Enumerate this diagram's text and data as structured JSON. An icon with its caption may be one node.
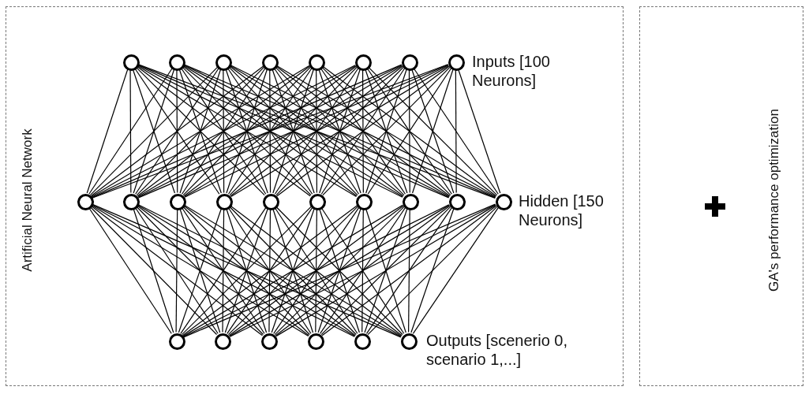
{
  "diagram": {
    "nodes": [
      {
        "text": [
          "Artificial Neural Network"
        ]
      },
      {
        "text": [],
        "shape": "circle",
        "in": 0
      },
      {
        "text": [],
        "shape": "circle",
        "in": 0
      },
      {
        "text": [],
        "shape": "circle",
        "in": 0
      },
      {
        "text": [],
        "shape": "circle",
        "in": 0
      },
      {
        "text": [],
        "shape": "circle",
        "in": 0
      },
      {
        "text": [],
        "shape": "circle",
        "in": 0
      },
      {
        "text": [],
        "shape": "circle",
        "in": 0
      },
      {
        "text": [],
        "shape": "circle",
        "in": 0
      },
      {
        "text": [],
        "shape": "circle",
        "in": 0
      },
      {
        "text": [],
        "shape": "circle",
        "in": 0
      },
      {
        "text": [],
        "shape": "circle",
        "in": 0
      },
      {
        "text": [],
        "shape": "circle",
        "in": 0
      },
      {
        "text": [],
        "shape": "circle",
        "in": 0
      },
      {
        "text": [],
        "shape": "circle",
        "in": 0
      },
      {
        "text": [],
        "shape": "circle",
        "in": 0
      },
      {
        "text": [],
        "shape": "circle",
        "in": 0
      },
      {
        "text": [],
        "shape": "circle",
        "in": 0
      },
      {
        "text": [],
        "shape": "circle",
        "in": 0
      },
      {
        "text": [],
        "shape": "circle",
        "in": 0
      },
      {
        "text": [],
        "shape": "circle",
        "in": 0
      },
      {
        "text": [],
        "shape": "circle",
        "in": 0
      },
      {
        "text": [],
        "shape": "circle",
        "in": 0
      },
      {
        "text": [],
        "shape": "circle",
        "in": 0
      },
      {
        "text": [],
        "shape": "circle",
        "in": 0
      },
      {
        "text": [
          "GA's performance optimization"
        ]
      }
    ],
    "edges": [
      {
        "from": 1,
        "to": 9,
        "arrow": "none"
      },
      {
        "from": 1,
        "to": 10,
        "arrow": "none"
      },
      {
        "from": 1,
        "to": 11,
        "arrow": "none"
      },
      {
        "from": 1,
        "to": 12,
        "arrow": "none"
      },
      {
        "from": 1,
        "to": 13,
        "arrow": "none"
      },
      {
        "from": 1,
        "to": 14,
        "arrow": "none"
      },
      {
        "from": 1,
        "to": 15,
        "arrow": "none"
      },
      {
        "from": 1,
        "to": 16,
        "arrow": "none"
      },
      {
        "from": 1,
        "to": 17,
        "arrow": "none"
      },
      {
        "from": 1,
        "to": 18,
        "arrow": "none"
      },
      {
        "from": 2,
        "to": 9,
        "arrow": "none"
      },
      {
        "from": 2,
        "to": 10,
        "arrow": "none"
      },
      {
        "from": 2,
        "to": 11,
        "arrow": "none"
      },
      {
        "from": 2,
        "to": 12,
        "arrow": "none"
      },
      {
        "from": 2,
        "to": 13,
        "arrow": "none"
      },
      {
        "from": 2,
        "to": 14,
        "arrow": "none"
      },
      {
        "from": 2,
        "to": 15,
        "arrow": "none"
      },
      {
        "from": 2,
        "to": 16,
        "arrow": "none"
      },
      {
        "from": 2,
        "to": 17,
        "arrow": "none"
      },
      {
        "from": 2,
        "to": 18,
        "arrow": "none"
      },
      {
        "from": 3,
        "to": 9,
        "arrow": "none"
      },
      {
        "from": 3,
        "to": 10,
        "arrow": "none"
      },
      {
        "from": 3,
        "to": 11,
        "arrow": "none"
      },
      {
        "from": 3,
        "to": 12,
        "arrow": "none"
      },
      {
        "from": 3,
        "to": 13,
        "arrow": "none"
      },
      {
        "from": 3,
        "to": 14,
        "arrow": "none"
      },
      {
        "from": 3,
        "to": 15,
        "arrow": "none"
      },
      {
        "from": 3,
        "to": 16,
        "arrow": "none"
      },
      {
        "from": 3,
        "to": 17,
        "arrow": "none"
      },
      {
        "from": 3,
        "to": 18,
        "arrow": "none"
      },
      {
        "from": 4,
        "to": 9,
        "arrow": "none"
      },
      {
        "from": 4,
        "to": 10,
        "arrow": "none"
      },
      {
        "from": 4,
        "to": 11,
        "arrow": "none"
      },
      {
        "from": 4,
        "to": 12,
        "arrow": "none"
      },
      {
        "from": 4,
        "to": 13,
        "arrow": "none"
      },
      {
        "from": 4,
        "to": 14,
        "arrow": "none"
      },
      {
        "from": 4,
        "to": 15,
        "arrow": "none"
      },
      {
        "from": 4,
        "to": 16,
        "arrow": "none"
      },
      {
        "from": 4,
        "to": 17,
        "arrow": "none"
      },
      {
        "from": 4,
        "to": 18,
        "arrow": "none"
      },
      {
        "from": 5,
        "to": 9,
        "arrow": "none"
      },
      {
        "from": 5,
        "to": 10,
        "arrow": "none"
      },
      {
        "from": 5,
        "to": 11,
        "arrow": "none"
      },
      {
        "from": 5,
        "to": 12,
        "arrow": "none"
      },
      {
        "from": 5,
        "to": 13,
        "arrow": "none"
      },
      {
        "from": 5,
        "to": 14,
        "arrow": "none"
      },
      {
        "from": 5,
        "to": 15,
        "arrow": "none"
      },
      {
        "from": 5,
        "to": 16,
        "arrow": "none"
      },
      {
        "from": 5,
        "to": 17,
        "arrow": "none"
      },
      {
        "from": 5,
        "to": 18,
        "arrow": "none"
      },
      {
        "from": 6,
        "to": 9,
        "arrow": "none"
      },
      {
        "from": 6,
        "to": 10,
        "arrow": "none"
      },
      {
        "from": 6,
        "to": 11,
        "arrow": "none"
      },
      {
        "from": 6,
        "to": 12,
        "arrow": "none"
      },
      {
        "from": 6,
        "to": 13,
        "arrow": "none"
      },
      {
        "from": 6,
        "to": 14,
        "arrow": "none"
      },
      {
        "from": 6,
        "to": 15,
        "arrow": "none"
      },
      {
        "from": 6,
        "to": 16,
        "arrow": "none"
      },
      {
        "from": 6,
        "to": 17,
        "arrow": "none"
      },
      {
        "from": 6,
        "to": 18,
        "arrow": "none"
      },
      {
        "from": 7,
        "to": 9,
        "arrow": "none"
      },
      {
        "from": 7,
        "to": 10,
        "arrow": "none"
      },
      {
        "from": 7,
        "to": 11,
        "arrow": "none"
      },
      {
        "from": 7,
        "to": 12,
        "arrow": "none"
      },
      {
        "from": 7,
        "to": 13,
        "arrow": "none"
      },
      {
        "from": 7,
        "to": 14,
        "arrow": "none"
      },
      {
        "from": 7,
        "to": 15,
        "arrow": "none"
      },
      {
        "from": 7,
        "to": 16,
        "arrow": "none"
      },
      {
        "from": 7,
        "to": 17,
        "arrow": "none"
      },
      {
        "from": 7,
        "to": 18,
        "arrow": "none"
      },
      {
        "from": 8,
        "to": 9,
        "arrow": "none"
      },
      {
        "from": 8,
        "to": 10,
        "arrow": "none"
      },
      {
        "from": 8,
        "to": 11,
        "arrow": "none"
      },
      {
        "from": 8,
        "to": 12,
        "arrow": "none"
      },
      {
        "from": 8,
        "to": 13,
        "arrow": "none"
      },
      {
        "from": 8,
        "to": 14,
        "arrow": "none"
      },
      {
        "from": 8,
        "to": 15,
        "arrow": "none"
      },
      {
        "from": 8,
        "to": 16,
        "arrow": "none"
      },
      {
        "from": 8,
        "to": 17,
        "arrow": "none"
      },
      {
        "from": 8,
        "to": 18,
        "arrow": "none"
      },
      {
        "from": 9,
        "to": 19,
        "arrow": "none"
      },
      {
        "from": 9,
        "to": 20,
        "arrow": "none"
      },
      {
        "from": 9,
        "to": 21,
        "arrow": "none"
      },
      {
        "from": 9,
        "to": 22,
        "arrow": "none"
      },
      {
        "from": 9,
        "to": 23,
        "arrow": "none"
      },
      {
        "from": 9,
        "to": 24,
        "arrow": "none"
      },
      {
        "from": 10,
        "to": 19,
        "arrow": "none"
      },
      {
        "from": 10,
        "to": 20,
        "arrow": "none"
      },
      {
        "from": 10,
        "to": 21,
        "arrow": "none"
      },
      {
        "from": 10,
        "to": 22,
        "arrow": "none"
      },
      {
        "from": 10,
        "to": 23,
        "arrow": "none"
      },
      {
        "from": 10,
        "to": 24,
        "arrow": "none"
      },
      {
        "from": 11,
        "to": 19,
        "arrow": "none"
      },
      {
        "from": 11,
        "to": 20,
        "arrow": "none"
      },
      {
        "from": 11,
        "to": 21,
        "arrow": "none"
      },
      {
        "from": 11,
        "to": 22,
        "arrow": "none"
      },
      {
        "from": 11,
        "to": 23,
        "arrow": "none"
      },
      {
        "from": 11,
        "to": 24,
        "arrow": "none"
      },
      {
        "from": 12,
        "to": 19,
        "arrow": "none"
      },
      {
        "from": 12,
        "to": 20,
        "arrow": "none"
      },
      {
        "from": 12,
        "to": 21,
        "arrow": "none"
      },
      {
        "from": 12,
        "to": 22,
        "arrow": "none"
      },
      {
        "from": 12,
        "to": 23,
        "arrow": "none"
      },
      {
        "from": 12,
        "to": 24,
        "arrow": "none"
      },
      {
        "from": 13,
        "to": 19,
        "arrow": "none"
      },
      {
        "from": 13,
        "to": 20,
        "arrow": "none"
      },
      {
        "from": 13,
        "to": 21,
        "arrow": "none"
      },
      {
        "from": 13,
        "to": 22,
        "arrow": "none"
      },
      {
        "from": 13,
        "to": 23,
        "arrow": "none"
      },
      {
        "from": 13,
        "to": 24,
        "arrow": "none"
      },
      {
        "from": 14,
        "to": 19,
        "arrow": "none"
      },
      {
        "from": 14,
        "to": 20,
        "arrow": "none"
      },
      {
        "from": 14,
        "to": 21,
        "arrow": "none"
      },
      {
        "from": 14,
        "to": 22,
        "arrow": "none"
      },
      {
        "from": 14,
        "to": 23,
        "arrow": "none"
      },
      {
        "from": 14,
        "to": 24,
        "arrow": "none"
      },
      {
        "from": 15,
        "to": 19,
        "arrow": "none"
      },
      {
        "from": 15,
        "to": 20,
        "arrow": "none"
      },
      {
        "from": 15,
        "to": 21,
        "arrow": "none"
      },
      {
        "from": 15,
        "to": 22,
        "arrow": "none"
      },
      {
        "from": 15,
        "to": 23,
        "arrow": "none"
      },
      {
        "from": 15,
        "to": 24,
        "arrow": "none"
      },
      {
        "from": 16,
        "to": 19,
        "arrow": "none"
      },
      {
        "from": 16,
        "to": 20,
        "arrow": "none"
      },
      {
        "from": 16,
        "to": 21,
        "arrow": "none"
      },
      {
        "from": 16,
        "to": 22,
        "arrow": "none"
      },
      {
        "from": 16,
        "to": 23,
        "arrow": "none"
      },
      {
        "from": 16,
        "to": 24,
        "arrow": "none"
      },
      {
        "from": 17,
        "to": 19,
        "arrow": "none"
      },
      {
        "from": 17,
        "to": 20,
        "arrow": "none"
      },
      {
        "from": 17,
        "to": 21,
        "arrow": "none"
      },
      {
        "from": 17,
        "to": 22,
        "arrow": "none"
      },
      {
        "from": 17,
        "to": 23,
        "arrow": "none"
      },
      {
        "from": 17,
        "to": 24,
        "arrow": "none"
      },
      {
        "from": 18,
        "to": 19,
        "arrow": "none"
      },
      {
        "from": 18,
        "to": 20,
        "arrow": "none"
      },
      {
        "from": 18,
        "to": 21,
        "arrow": "none"
      },
      {
        "from": 18,
        "to": 22,
        "arrow": "none"
      },
      {
        "from": 18,
        "to": 23,
        "arrow": "none"
      },
      {
        "from": 18,
        "to": 24,
        "arrow": "none"
      }
    ],
    "labels": [
      "Inputs [100 Neurons]",
      "Hidden [150 Neurons]",
      "Outputs [scenerio 0, scenario 1,...]"
    ]
  }
}
